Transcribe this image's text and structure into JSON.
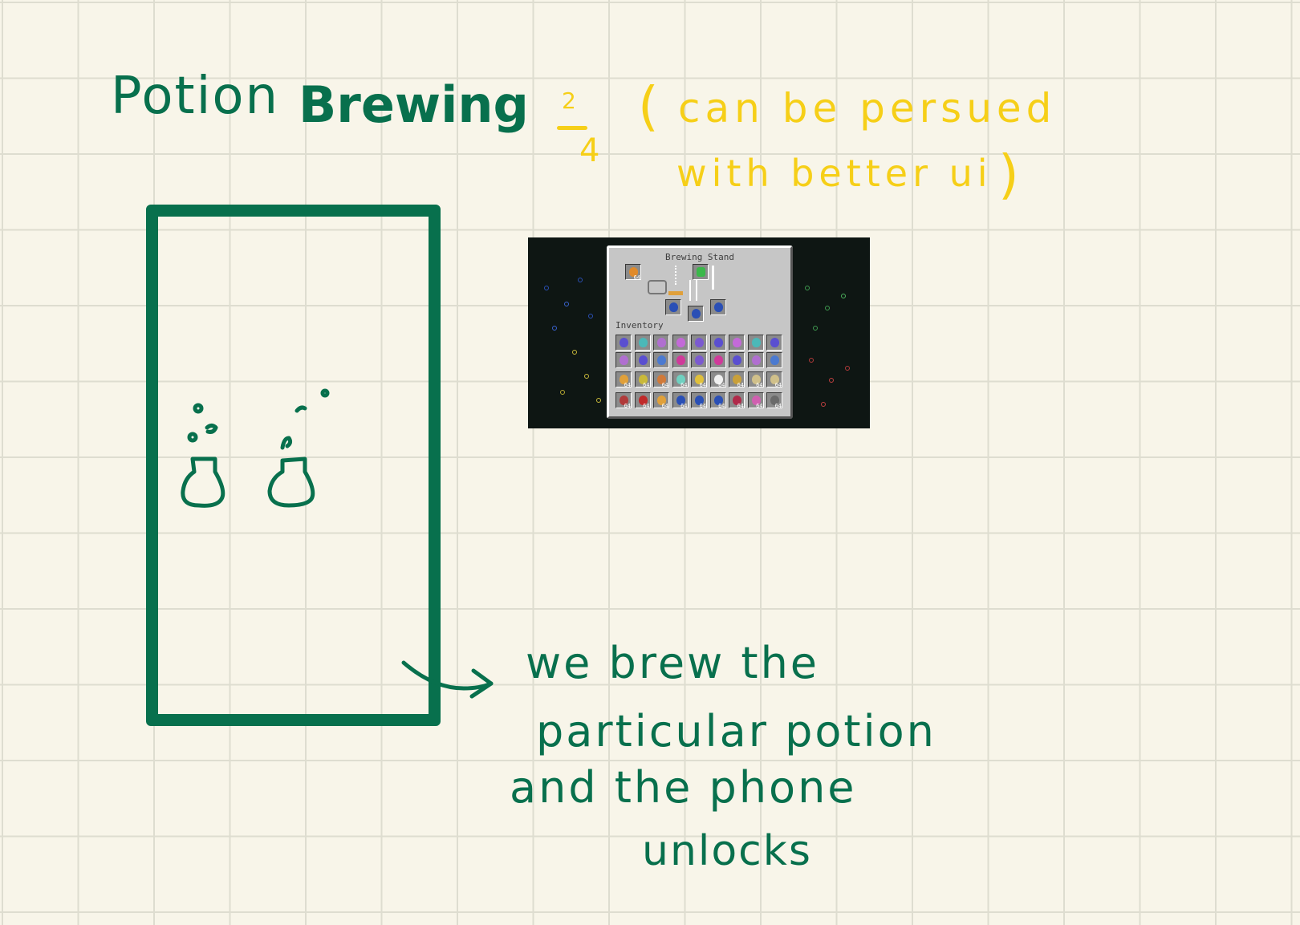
{
  "title": {
    "word1": "Potion",
    "word2": "Brewing"
  },
  "fraction": {
    "numerator": "2",
    "denominator": "4"
  },
  "side_note": {
    "paren_open": "(",
    "line1": "can be persued",
    "line2": "with better ui",
    "paren_close": ")"
  },
  "game_screenshot": {
    "panel_title": "Brewing Stand",
    "inventory_label": "Inventory",
    "stack_count": "64"
  },
  "description": {
    "line1": "we brew the",
    "line2": "particular potion",
    "line3": "and the phone",
    "line4": "unlocks"
  },
  "colors": {
    "ink_green": "#08704d",
    "ink_yellow": "#f6cf18",
    "paper": "#f8f5e9",
    "grid": "#deddd0"
  }
}
